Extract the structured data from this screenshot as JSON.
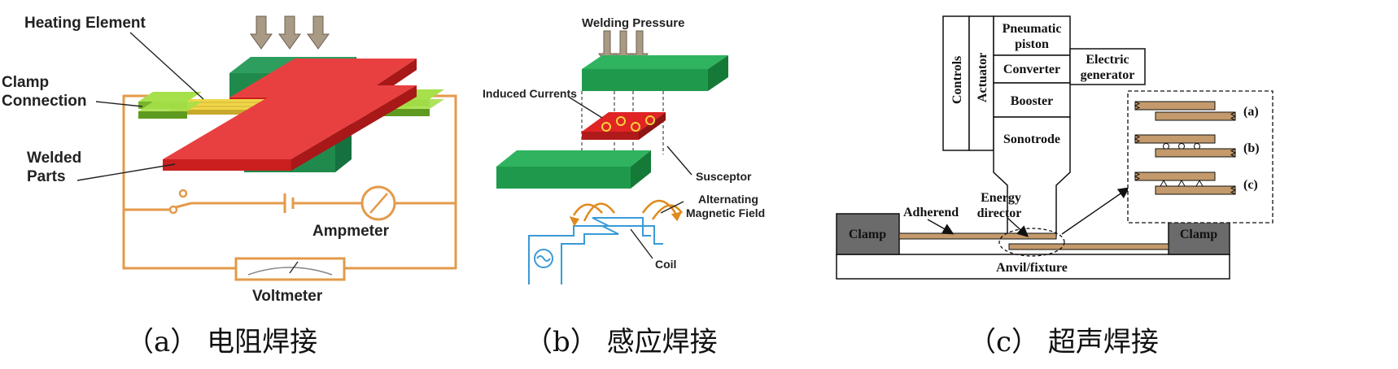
{
  "panel_a": {
    "labels": {
      "heating_element": "Heating Element",
      "clamp_line1": "Clamp",
      "clamp_line2": "Connection",
      "welded_line1": "Welded",
      "welded_line2": "Parts",
      "ampmeter": "Ampmeter",
      "voltmeter": "Voltmeter"
    },
    "caption": "（a） 电阻焊接"
  },
  "panel_b": {
    "labels": {
      "welding_pressure": "Welding Pressure",
      "induced_currents": "Induced Currents",
      "susceptor": "Susceptor",
      "alt_line1": "Alternating",
      "alt_line2": "Magnetic Field",
      "coil": "Coil"
    },
    "caption": "（b） 感应焊接"
  },
  "panel_c": {
    "labels": {
      "controls": "Controls",
      "actuator": "Actuator",
      "pneumatic_line1": "Pneumatic",
      "pneumatic_line2": "piston",
      "converter": "Converter",
      "electric_line1": "Electric",
      "electric_line2": "generator",
      "booster": "Booster",
      "sonotrode": "Sonotrode",
      "adherend": "Adherend",
      "energy_line1": "Energy",
      "energy_line2": "director",
      "clamp_left": "Clamp",
      "clamp_right": "Clamp",
      "anvil": "Anvil/fixture",
      "variant_a": "(a)",
      "variant_b": "(b)",
      "variant_c": "(c)"
    },
    "caption": "（c） 超声焊接"
  },
  "colors": {
    "green": "#1f8a4c",
    "red": "#e02424",
    "light_green": "#8fd13b",
    "wire": "#e39a4a",
    "arrow": "#a89a85",
    "wood": "#c49a6c"
  }
}
